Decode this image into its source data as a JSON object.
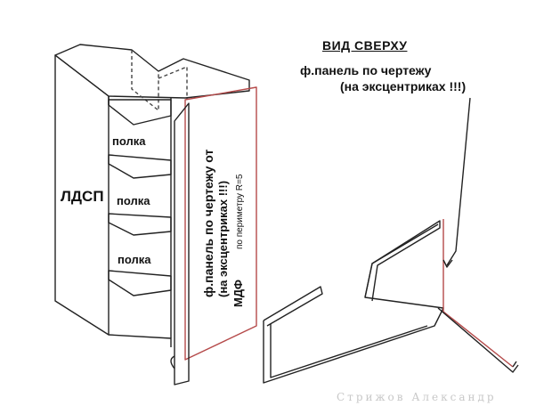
{
  "labels": {
    "ldsp": "ЛДСП",
    "shelf": "полка",
    "top_view_title": "ВИД СВЕРХУ",
    "front_note_line1": "ф.панель по чертежу",
    "front_note_line2": "(на эксцентриках !!!)",
    "vertical_line1": "ф.панель по чертежу от",
    "vertical_line2": "(на эксцентриках !!!)",
    "vertical_mdf": "МДФ",
    "vertical_perimeter": "по периметру  R=5",
    "author": "Стрижов Александр"
  },
  "colors": {
    "line": "#222222",
    "dashed": "#444444",
    "accent": "#b54a4a",
    "watermark": "#c8c8c8"
  }
}
